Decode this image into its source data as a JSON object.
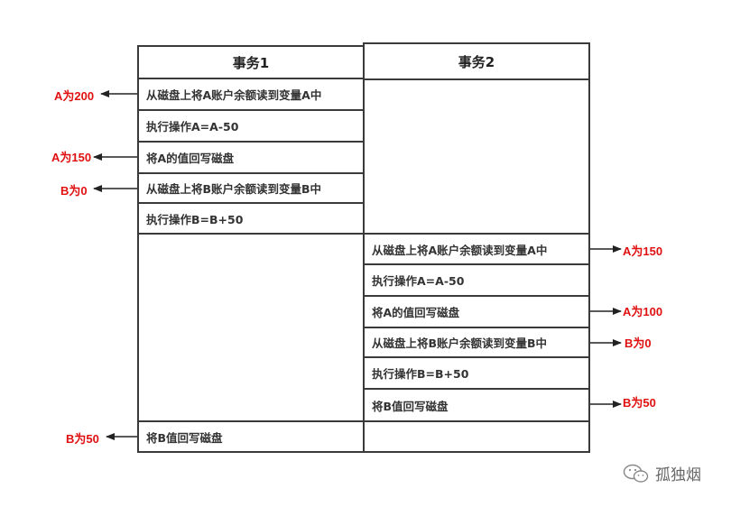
{
  "tx1": {
    "header": "事务1",
    "steps": [
      "从磁盘上将A账户余额读到变量A中",
      "执行操作A=A-50",
      "将A的值回写磁盘",
      "从磁盘上将B账户余额读到变量B中",
      "执行操作B=B+50"
    ],
    "last_step": "将B值回写磁盘"
  },
  "tx2": {
    "header": "事务2",
    "steps": [
      "从磁盘上将A账户余额读到变量A中",
      "执行操作A=A-50",
      "将A的值回写磁盘",
      "从磁盘上将B账户余额读到变量B中",
      "执行操作B=B+50",
      "将B值回写磁盘"
    ]
  },
  "left_labels": [
    "A为200",
    "A为150",
    "B为0",
    "B为50"
  ],
  "right_labels": [
    "A为150",
    "A为100",
    "B为0",
    "B为50"
  ],
  "watermark": "孤独烟",
  "colors": {
    "label": "#e01010",
    "border": "#3a3a3a"
  }
}
